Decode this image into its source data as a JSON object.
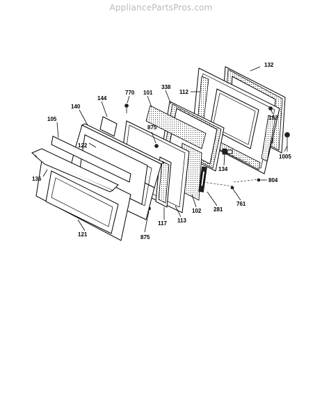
{
  "watermark": "AppliancePartsPros.com",
  "diagram": {
    "callouts": [
      {
        "id": "132",
        "text": "132"
      },
      {
        "id": "112",
        "text": "112"
      },
      {
        "id": "338",
        "text": "338"
      },
      {
        "id": "101",
        "text": "101"
      },
      {
        "id": "770",
        "text": "770"
      },
      {
        "id": "144",
        "text": "144"
      },
      {
        "id": "140",
        "text": "140"
      },
      {
        "id": "105",
        "text": "105"
      },
      {
        "id": "875a",
        "text": "875"
      },
      {
        "id": "133",
        "text": "133"
      },
      {
        "id": "1005",
        "text": "1005"
      },
      {
        "id": "134",
        "text": "134"
      },
      {
        "id": "122",
        "text": "122"
      },
      {
        "id": "804",
        "text": "804"
      },
      {
        "id": "136",
        "text": "136"
      },
      {
        "id": "761",
        "text": "761"
      },
      {
        "id": "281",
        "text": "281"
      },
      {
        "id": "102",
        "text": "102"
      },
      {
        "id": "113",
        "text": "113"
      },
      {
        "id": "117",
        "text": "117"
      },
      {
        "id": "121",
        "text": "121"
      },
      {
        "id": "875b",
        "text": "875"
      }
    ]
  }
}
